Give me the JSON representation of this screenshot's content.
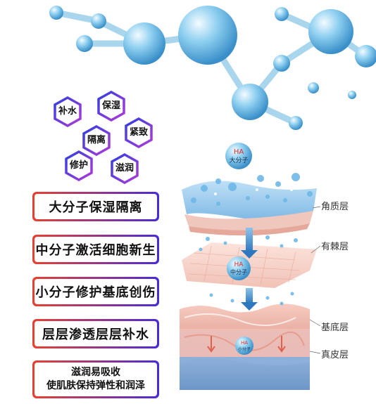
{
  "hexagons": [
    {
      "label": "补水"
    },
    {
      "label": "保湿"
    },
    {
      "label": "隔离"
    },
    {
      "label": "紧致"
    },
    {
      "label": "修护"
    },
    {
      "label": "滋润"
    }
  ],
  "benefits": [
    {
      "label": "大分子保湿隔离"
    },
    {
      "label": "中分子激活细胞新生"
    },
    {
      "label": "小分子修护基底创伤"
    },
    {
      "label": "层层渗透层层补水"
    }
  ],
  "final_benefit": {
    "line1": "滋润易吸收",
    "line2": "使肌肤保持弹性和润泽"
  },
  "molecules": {
    "large": {
      "name": "HA",
      "size": "大分子"
    },
    "medium": {
      "name": "HA",
      "size": "中分子"
    },
    "small": {
      "name": "HA",
      "size": "小分子"
    }
  },
  "skin_layers": [
    {
      "label": "角质层"
    },
    {
      "label": "有棘层"
    },
    {
      "label": "基底层"
    },
    {
      "label": "真皮层"
    }
  ],
  "colors": {
    "gradient_start": "#e8412f",
    "gradient_end": "#4a2bd8",
    "hex_start": "#2f3fe0",
    "hex_end": "#b13ad8"
  }
}
